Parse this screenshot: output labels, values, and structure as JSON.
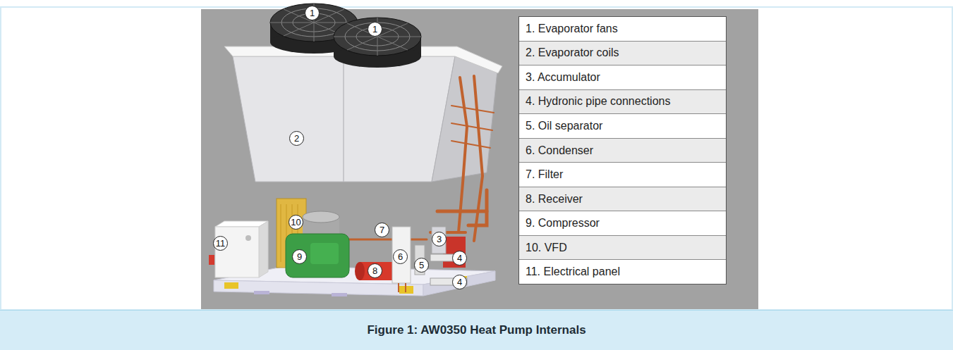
{
  "diagram": {
    "caption": "Figure 1: AW0350 Heat Pump Internals",
    "labels": [
      "1",
      "1",
      "2",
      "10",
      "7",
      "3",
      "11",
      "9",
      "6",
      "4",
      "8",
      "5",
      "4",
      "1. Evaporator fans",
      "2. Evaporator coils",
      "3. Accumulator",
      "4. Hydronic pipe connections",
      "5. Oil separator",
      "6. Condenser",
      "7. Filter",
      "8. Receiver",
      "9. Compressor",
      "10. VFD",
      "11. Electrical panel"
    ]
  }
}
